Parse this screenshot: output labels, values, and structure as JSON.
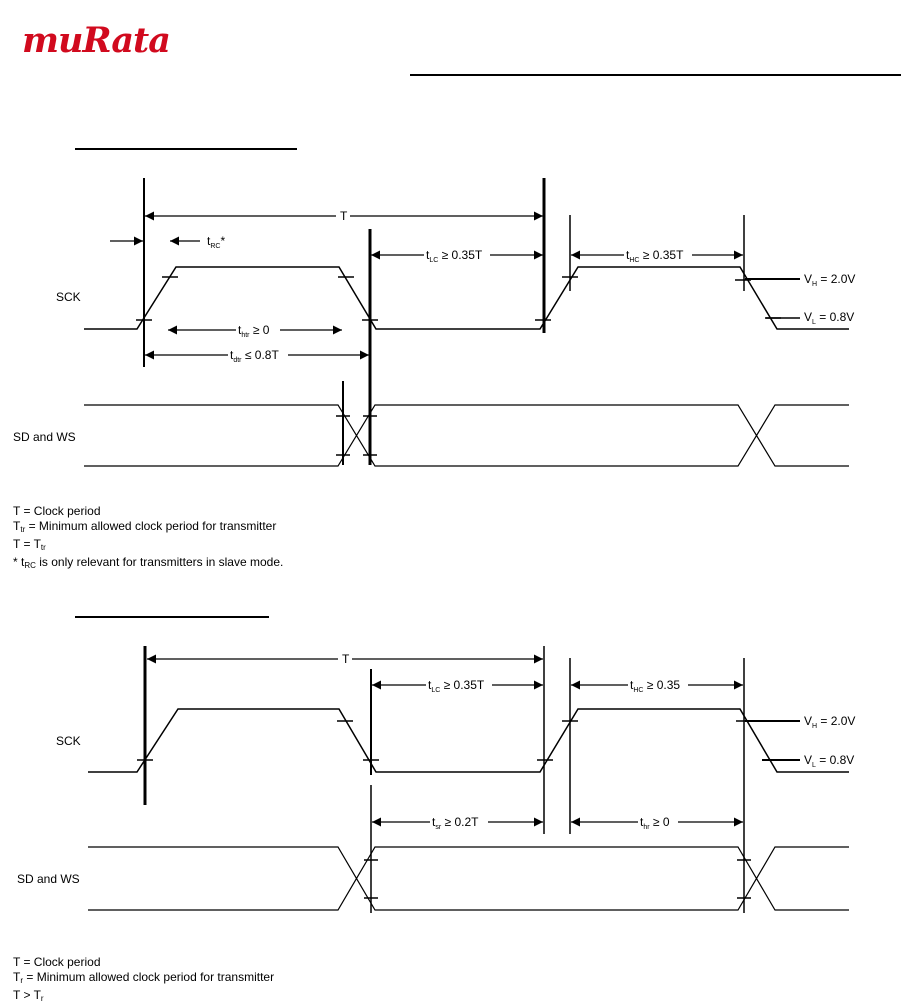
{
  "header": {
    "logo_text": "muRata",
    "logo_color": "#d10a1e"
  },
  "diagram1": {
    "row1_label": "SCK",
    "row2_label": "SD and WS",
    "t_period": "T",
    "t_rc": {
      "main": "t",
      "sub": "RC",
      "suffix": "*"
    },
    "t_lc": {
      "main": "t",
      "sub": "LC",
      "suffix": " ≥ 0.35T"
    },
    "t_hc": {
      "main": "t",
      "sub": "HC",
      "suffix": " ≥ 0.35T"
    },
    "t_htr": {
      "main": "t",
      "sub": "htr",
      "suffix": " ≥ 0"
    },
    "t_dtr": {
      "main": "t",
      "sub": "dtr",
      "suffix": " ≤ 0.8T"
    },
    "vh": {
      "main": "V",
      "sub": "H",
      "suffix": " = 2.0V"
    },
    "vl": {
      "main": "V",
      "sub": "L",
      "suffix": " = 0.8V"
    }
  },
  "notes1": {
    "line1": "T = Clock period",
    "line2": {
      "a": "T",
      "sub": "tr",
      "b": " = Minimum allowed clock period for transmitter"
    },
    "line3": {
      "a": "T = T",
      "sub": "tr"
    },
    "line4": {
      "a": "* t",
      "sub": "RC",
      "b": " is only relevant for transmitters in slave mode."
    }
  },
  "diagram2": {
    "row1_label": "SCK",
    "row2_label": "SD and WS",
    "t_period": "T",
    "t_lc": {
      "main": "t",
      "sub": "LC",
      "suffix": " ≥ 0.35T"
    },
    "t_hc": {
      "main": "t",
      "sub": "HC",
      "suffix": " ≥ 0.35"
    },
    "t_sr": {
      "main": "t",
      "sub": "sr",
      "suffix": " ≥ 0.2T"
    },
    "t_hr": {
      "main": "t",
      "sub": "hr",
      "suffix": " ≥ 0"
    },
    "vh": {
      "main": "V",
      "sub": "H",
      "suffix": " = 2.0V"
    },
    "vl": {
      "main": "V",
      "sub": "L",
      "suffix": " = 0.8V"
    }
  },
  "notes2": {
    "line1": "T = Clock period",
    "line2": {
      "a": "T",
      "sub": "r",
      "b": " = Minimum allowed clock period for transmitter"
    },
    "line3": {
      "a": "T > T",
      "sub": "r"
    }
  }
}
